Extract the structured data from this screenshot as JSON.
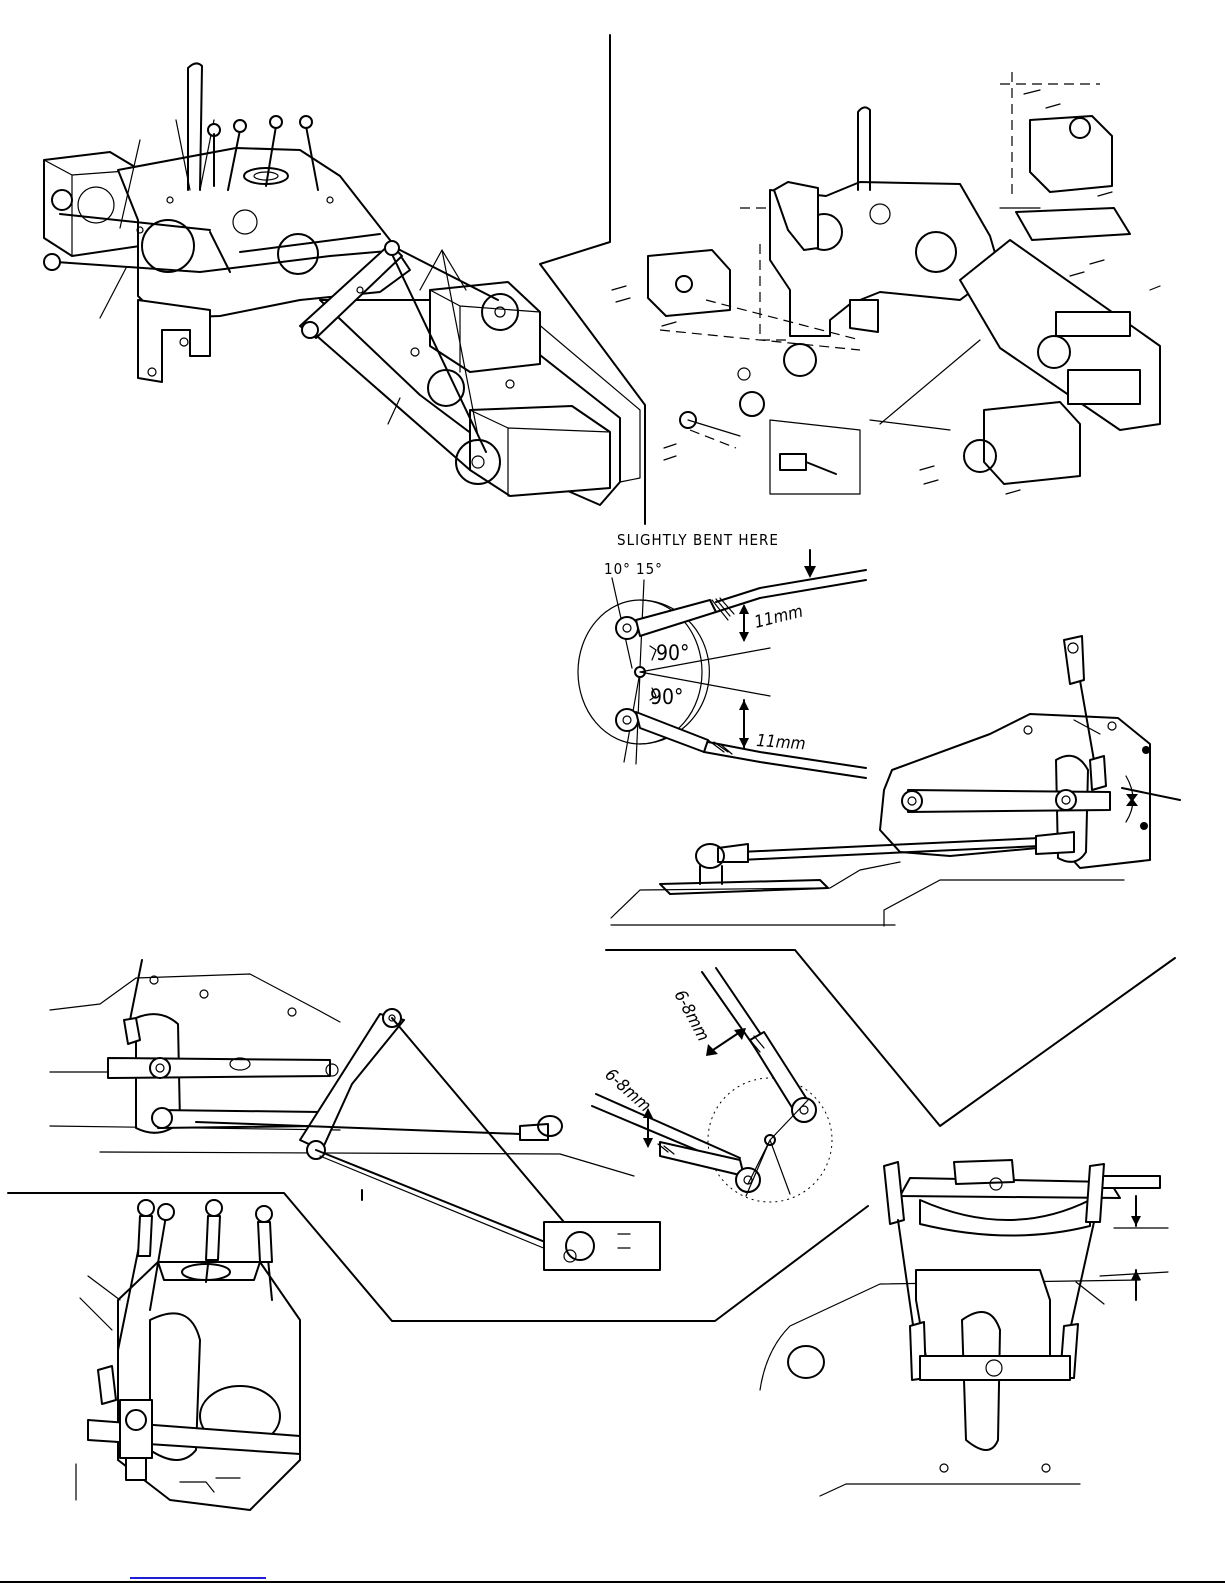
{
  "bent_detail": {
    "note": "SLIGHTLY BENT HERE",
    "angle_a": "10°",
    "angle_b": "15°",
    "right_angle_upper": "90°",
    "right_angle_lower": "90°",
    "length_upper": "11mm",
    "length_lower": "11mm"
  },
  "linkage_detail": {
    "length_upper": "6-8mm",
    "length_lower": "6-8mm"
  },
  "colors": {
    "ink": "#000000",
    "paper": "#ffffff",
    "footer_rule": "#1f1fd6"
  }
}
